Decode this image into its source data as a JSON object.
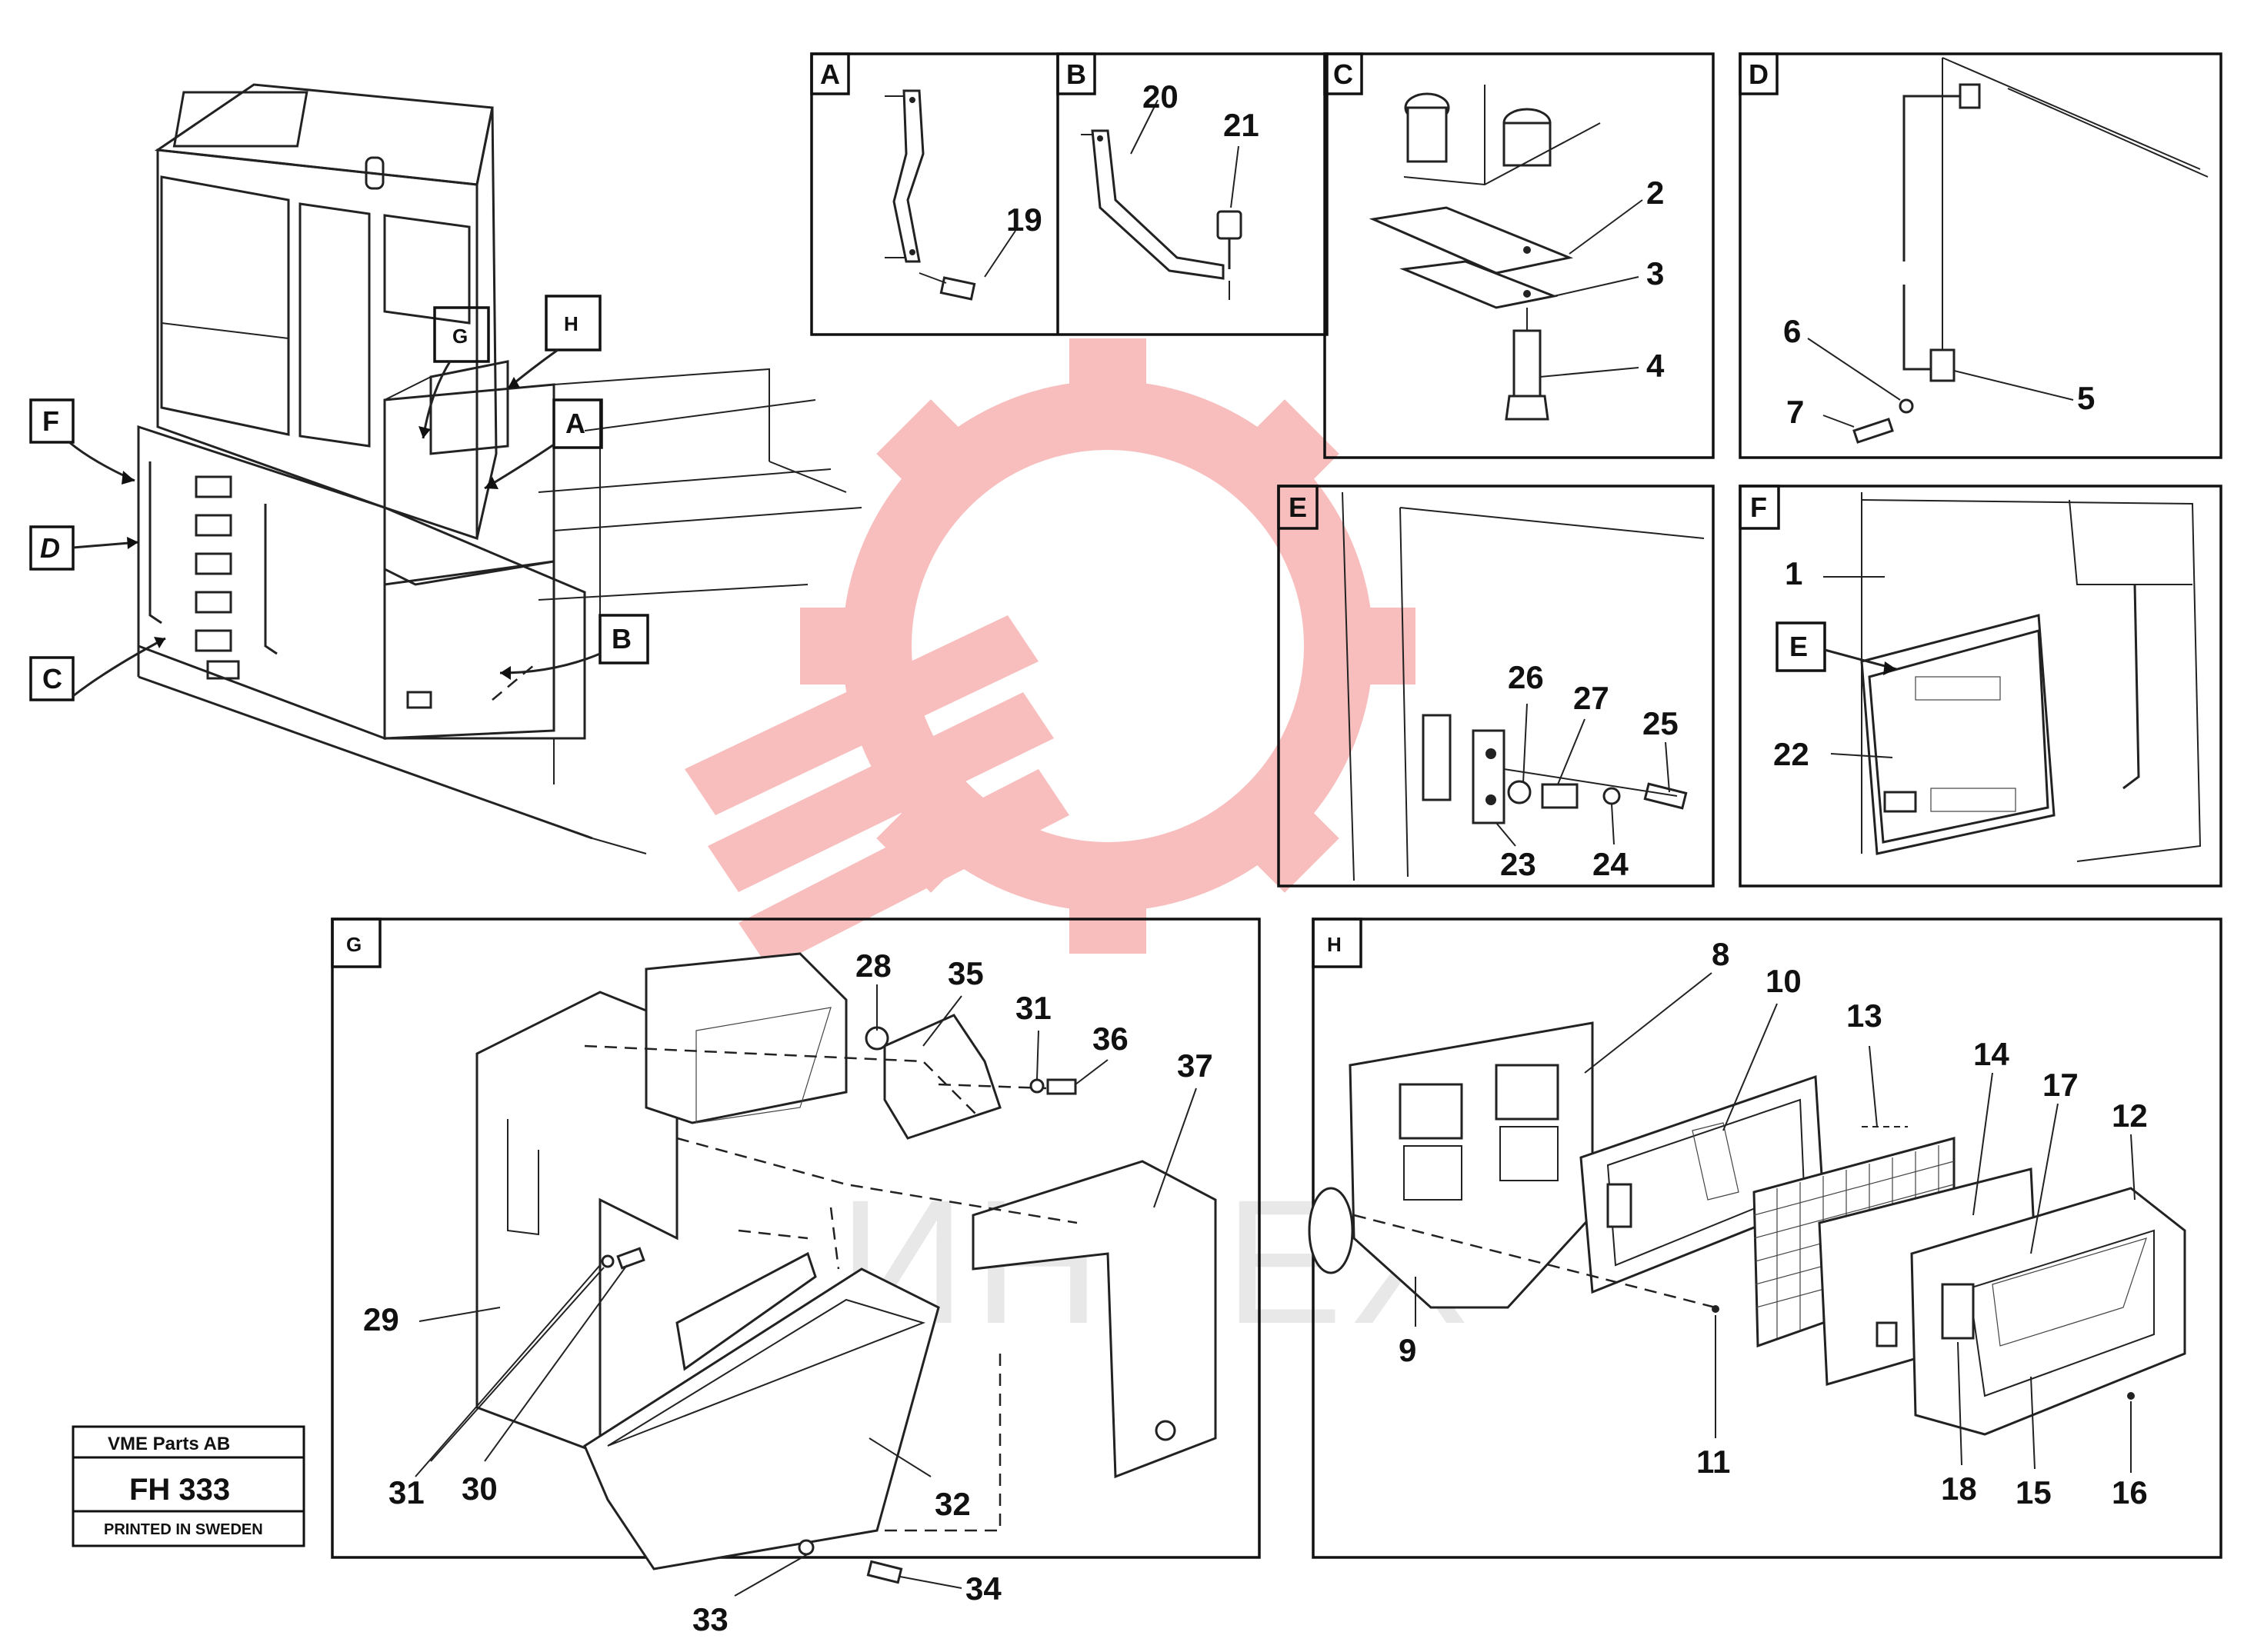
{
  "watermark": {
    "text": "ИНТЕХ",
    "color": "#f0a0a0"
  },
  "main_view": {
    "labels": {
      "F": "F",
      "D": "D",
      "C": "C",
      "G": "G",
      "H": "H",
      "A": "A",
      "B": "B"
    }
  },
  "panels": {
    "A": {
      "title": "A",
      "callouts": [
        "19"
      ]
    },
    "B": {
      "title": "B",
      "callouts": [
        "20",
        "21"
      ]
    },
    "C": {
      "title": "C",
      "callouts": [
        "2",
        "3",
        "4"
      ]
    },
    "D": {
      "title": "D",
      "callouts": [
        "6",
        "7",
        "5"
      ]
    },
    "E": {
      "title": "E",
      "callouts": [
        "26",
        "27",
        "25",
        "23",
        "24"
      ]
    },
    "F": {
      "title": "F",
      "callouts": [
        "1",
        "22"
      ],
      "inner_label": "E"
    },
    "G": {
      "title": "G",
      "callouts": [
        "28",
        "35",
        "31",
        "36",
        "37",
        "29",
        "31",
        "30",
        "32",
        "33",
        "34"
      ]
    },
    "H": {
      "title": "H",
      "callouts": [
        "8",
        "10",
        "13",
        "14",
        "17",
        "12",
        "9",
        "11",
        "18",
        "15",
        "16"
      ]
    }
  },
  "titleblock": {
    "company": "VME Parts AB",
    "code": "FH 333",
    "printed": "PRINTED IN SWEDEN"
  }
}
